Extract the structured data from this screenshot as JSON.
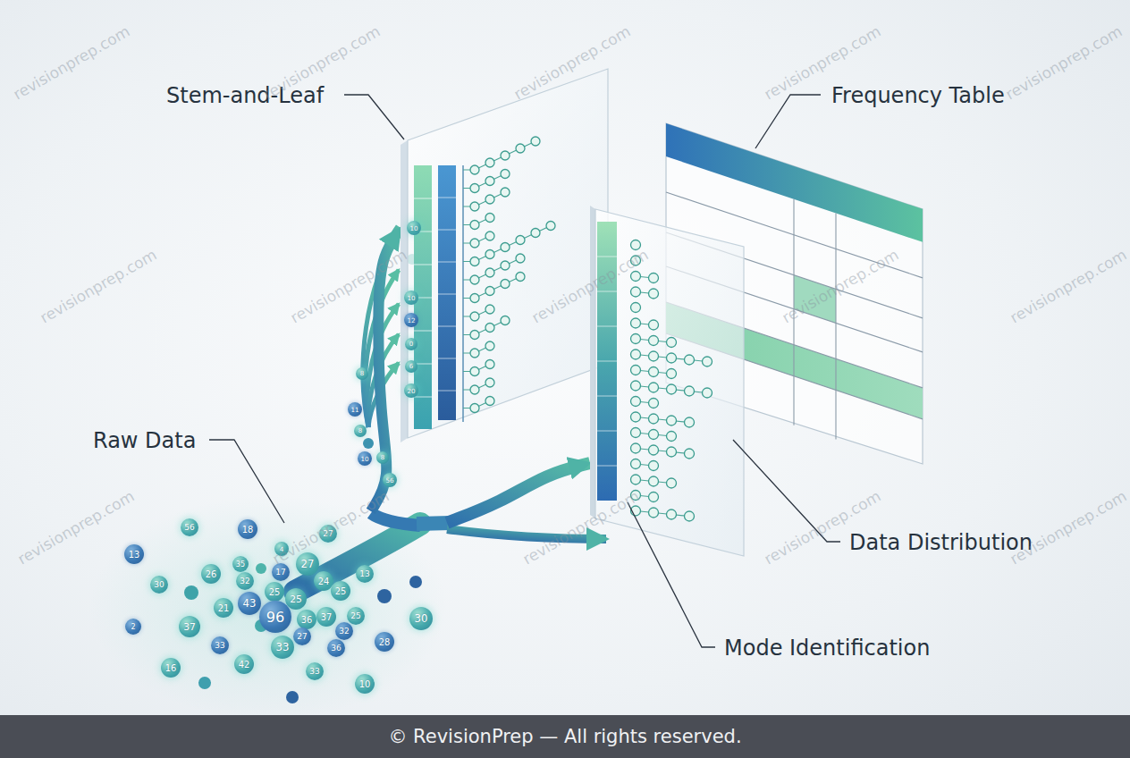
{
  "diagram": {
    "nodes": [
      {
        "text": [
          "Stem-and-Leaf"
        ]
      },
      {
        "text": [
          "Frequency Table"
        ]
      },
      {
        "text": [
          "Data Distribution",
          "Mode Identification"
        ]
      },
      {
        "text": [
          "Raw Data"
        ]
      },
      {
        "text": [
          "56"
        ],
        "in": 3
      },
      {
        "text": [
          "18"
        ],
        "in": 3
      },
      {
        "text": [
          "4"
        ],
        "in": 3
      },
      {
        "text": [
          "27"
        ],
        "in": 3
      },
      {
        "text": [
          "13"
        ],
        "in": 3
      },
      {
        "text": [
          "30"
        ],
        "in": 3
      },
      {
        "text": [
          "26"
        ],
        "in": 3
      },
      {
        "text": [
          "35"
        ],
        "in": 3
      },
      {
        "text": [
          "17"
        ],
        "in": 3
      },
      {
        "text": [
          "27"
        ],
        "in": 3
      },
      {
        "text": [
          "13"
        ],
        "in": 3
      },
      {
        "text": [
          "32"
        ],
        "in": 3
      },
      {
        "text": [
          "24"
        ],
        "in": 3
      },
      {
        "text": [
          "25"
        ],
        "in": 3
      },
      {
        "text": [
          "25"
        ],
        "in": 3
      },
      {
        "text": [
          "25"
        ],
        "in": 3
      },
      {
        "text": [
          "21"
        ],
        "in": 3
      },
      {
        "text": [
          "43"
        ],
        "in": 3
      },
      {
        "text": [
          "96"
        ],
        "in": 3
      },
      {
        "text": [
          "36"
        ],
        "in": 3
      },
      {
        "text": [
          "37"
        ],
        "in": 3
      },
      {
        "text": [
          "25"
        ],
        "in": 3
      },
      {
        "text": [
          "2"
        ],
        "in": 3
      },
      {
        "text": [
          "37"
        ],
        "in": 3
      },
      {
        "text": [
          "33"
        ],
        "in": 3
      },
      {
        "text": [
          "27"
        ],
        "in": 3
      },
      {
        "text": [
          "32"
        ],
        "in": 3
      },
      {
        "text": [
          "30"
        ],
        "in": 3
      },
      {
        "text": [
          "33"
        ],
        "in": 3
      },
      {
        "text": [
          "36"
        ],
        "in": 3
      },
      {
        "text": [
          "28"
        ],
        "in": 3
      },
      {
        "text": [
          "16"
        ],
        "in": 3
      },
      {
        "text": [
          "42"
        ],
        "in": 3
      },
      {
        "text": [
          "33"
        ],
        "in": 3
      },
      {
        "text": [
          "10"
        ],
        "in": 3
      },
      {
        "text": [
          "10"
        ]
      },
      {
        "text": [
          "10"
        ]
      },
      {
        "text": [
          "12"
        ]
      },
      {
        "text": [
          "0"
        ]
      },
      {
        "text": [
          "6"
        ]
      },
      {
        "text": [
          "20"
        ]
      },
      {
        "text": [
          "8"
        ]
      },
      {
        "text": [
          "11"
        ]
      },
      {
        "text": [
          "8"
        ]
      },
      {
        "text": [
          "10"
        ]
      },
      {
        "text": [
          "8"
        ]
      },
      {
        "text": [
          "56"
        ]
      }
    ],
    "edges": [
      {
        "from": 3,
        "to": 0,
        "arrow": "to"
      },
      {
        "from": 3,
        "to": 2,
        "arrow": "to"
      }
    ],
    "labels": [
      "revisionprep.com",
      "revisionprep.com",
      "revisionprep.com",
      "revisionprep.com",
      "revisionprep.com",
      "revisionprep.com",
      "revisionprep.com",
      "revisionprep.com",
      "revisionprep.com",
      "revisionprep.com",
      "revisionprep.com",
      "revisionprep.com",
      "revisionprep.com",
      "revisionprep.com",
      "revisionprep.com",
      "© RevisionPrep — All rights reserved."
    ]
  }
}
